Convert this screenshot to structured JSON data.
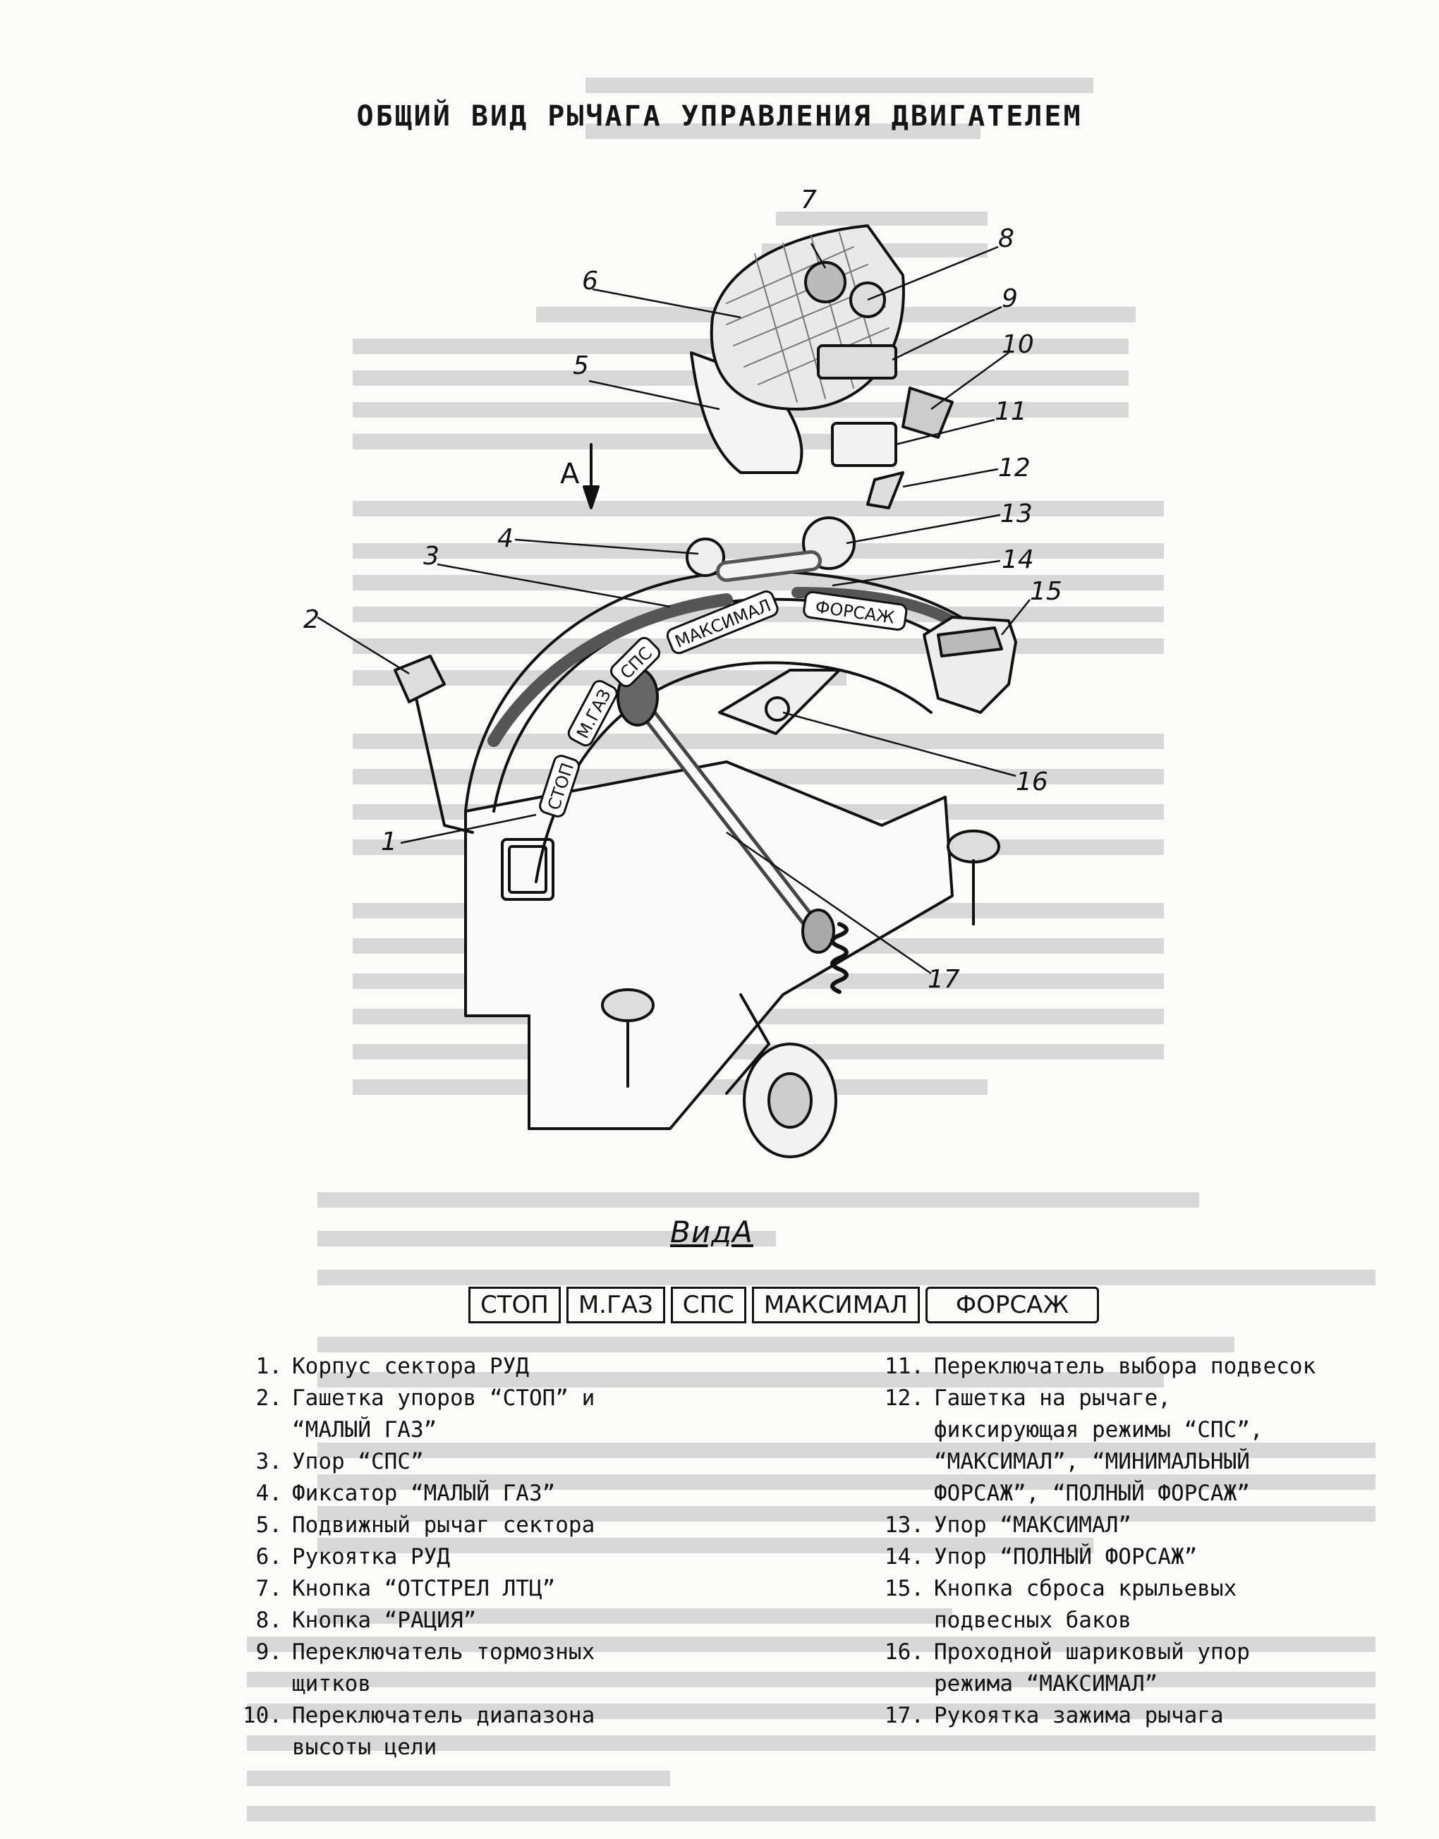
{
  "title": "ОБЩИЙ ВИД РЫЧАГА УПРАВЛЕНИЯ ДВИГАТЕЛЕМ",
  "figure": {
    "view_arrow_label": "А",
    "sector_labels": [
      "СТОП",
      "М.ГАЗ",
      "СПС",
      "МАКСИМАЛ",
      "ФОРСАЖ"
    ],
    "callouts": [
      "1",
      "2",
      "3",
      "4",
      "5",
      "6",
      "7",
      "8",
      "9",
      "10",
      "11",
      "12",
      "13",
      "14",
      "15",
      "16",
      "17"
    ]
  },
  "view_caption": "ВидА",
  "view_modes": [
    "СТОП",
    "М.ГАЗ",
    "СПС",
    "МАКСИМАЛ",
    "ФОРСАЖ"
  ],
  "legend_left": [
    {
      "num": "1.",
      "text": "Корпус сектора РУД"
    },
    {
      "num": "2.",
      "text": "Гашетка упоров “СТОП” и “МАЛЫЙ ГАЗ”"
    },
    {
      "num": "3.",
      "text": "Упор “СПС”"
    },
    {
      "num": "4.",
      "text": "Фиксатор “МАЛЫЙ ГАЗ”"
    },
    {
      "num": "5.",
      "text": "Подвижный рычаг сектора"
    },
    {
      "num": "6.",
      "text": "Рукоятка РУД"
    },
    {
      "num": "7.",
      "text": "Кнопка “ОТСТРЕЛ ЛТЦ”"
    },
    {
      "num": "8.",
      "text": "Кнопка “РАЦИЯ”"
    },
    {
      "num": "9.",
      "text": "Переключатель тормозных щитков"
    },
    {
      "num": "10.",
      "text": "Переключатель диапазона высоты цели"
    }
  ],
  "legend_right": [
    {
      "num": "11.",
      "text": "Переключатель выбора подвесок"
    },
    {
      "num": "12.",
      "text": "Гашетка на рычаге, фиксирующая режимы “СПС”, “МАКСИМАЛ”, “МИНИМАЛЬНЫЙ ФОРСАЖ”, “ПОЛНЫЙ ФОРСАЖ”"
    },
    {
      "num": "13.",
      "text": "Упор “МАКСИМАЛ”"
    },
    {
      "num": "14.",
      "text": "Упор “ПОЛНЫЙ ФОРСАЖ”"
    },
    {
      "num": "15.",
      "text": "Кнопка сброса крыльевых подвесных баков"
    },
    {
      "num": "16.",
      "text": "Проходной шариковый упор режима “МАКСИМАЛ”"
    },
    {
      "num": "17.",
      "text": "Рукоятка зажима рычага"
    }
  ]
}
